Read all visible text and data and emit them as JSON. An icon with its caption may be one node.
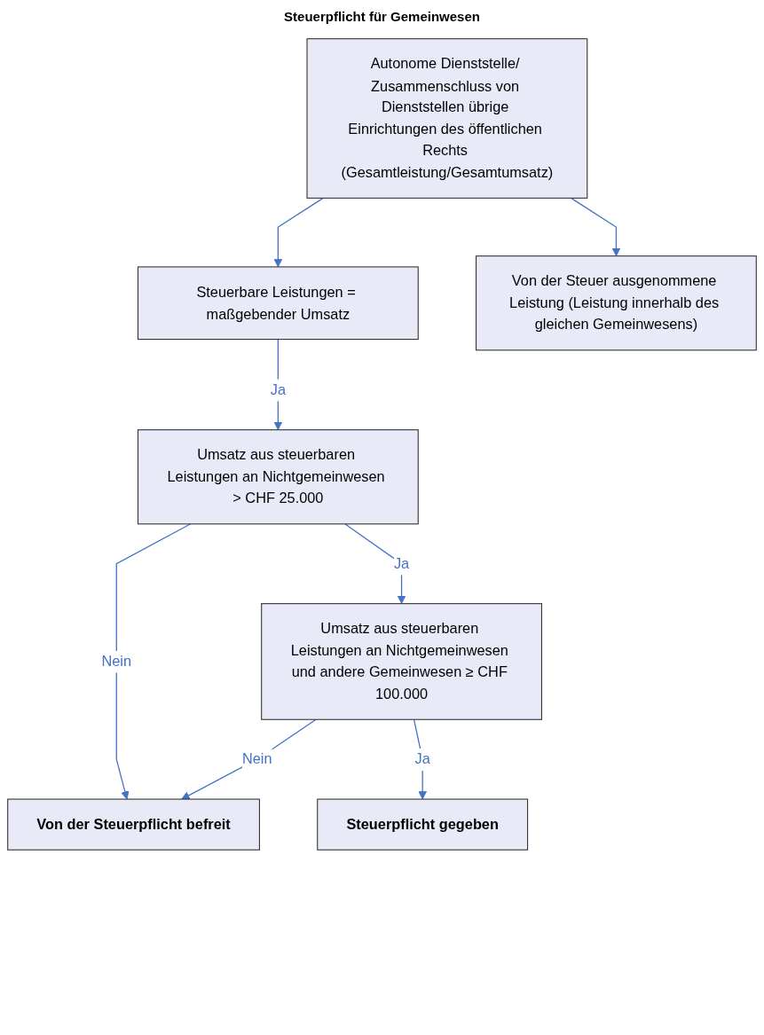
{
  "diagram": {
    "title": "Steuerpflicht für Gemeinwesen",
    "nodes": [
      {
        "text": [
          "Autonome Dienststelle/ Zusammenschluss von Dienststellen übrige Einrichtungen des öffentlichen Rechts (Gesamtleistung/Gesamtumsatz)"
        ]
      },
      {
        "text": [
          "Steuerbare Leistungen = maßgebender Umsatz"
        ]
      },
      {
        "text": [
          "Von der Steuer ausgenommene Leistung (Leistung innerhalb des gleichen Gemeinwesens)"
        ]
      },
      {
        "text": [
          "Umsatz aus steuerbaren Leistungen an Nichtgemeinwesen > CHF 25.000"
        ]
      },
      {
        "text": [
          "Von der Steuerpflicht befreit"
        ]
      },
      {
        "text": [
          "Umsatz aus steuerbaren Leistungen an Nichtgemeinwesen und andere Gemeinwesen ≥ CHF 100.000"
        ]
      },
      {
        "text": [
          "Steuerpflicht gegeben"
        ]
      }
    ],
    "edges": [
      {
        "from": 0,
        "to": 1,
        "arrow": "to"
      },
      {
        "from": 0,
        "to": 2,
        "arrow": "to"
      },
      {
        "from": 1,
        "to": 3,
        "arrow": "to",
        "label": "Ja"
      },
      {
        "from": 3,
        "to": 4,
        "arrow": "to",
        "label": "Nein"
      },
      {
        "from": 3,
        "to": 5,
        "arrow": "to",
        "label": "Ja"
      },
      {
        "from": 5,
        "to": 4,
        "arrow": "to",
        "label": "Nein"
      },
      {
        "from": 5,
        "to": 6,
        "arrow": "to",
        "label": "Ja"
      }
    ]
  }
}
